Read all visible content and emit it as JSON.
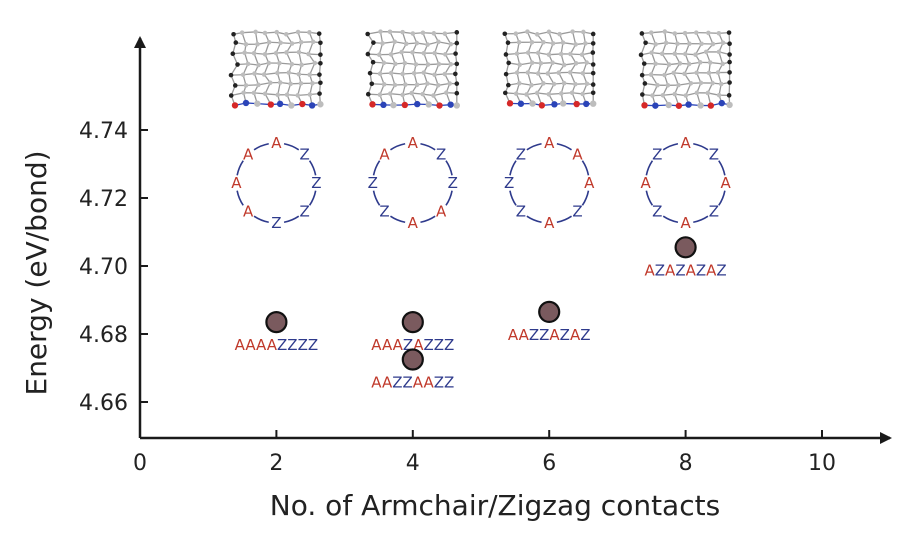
{
  "colors": {
    "axis": "#1a1a1a",
    "armchair": "#c0392b",
    "zigzag": "#2e3a8c",
    "marker_fill": "#7a5a5e",
    "marker_stroke": "#111111",
    "tube_atom": "#222222",
    "tube_bond": "#9a9a9a",
    "edge_oxygen": "#d62828",
    "edge_nitrogen": "#2b44b8"
  },
  "chart_data": {
    "type": "scatter",
    "title": "",
    "xlabel": "No. of Armchair/Zigzag contacts",
    "ylabel": "Energy (eV/bond)",
    "xlim": [
      0,
      10.8
    ],
    "ylim": [
      4.65,
      4.762
    ],
    "xticks": [
      0,
      2,
      4,
      6,
      8,
      10
    ],
    "xtick_labels": [
      "0",
      "2",
      "4",
      "6",
      "8",
      "10"
    ],
    "yticks": [
      4.66,
      4.68,
      4.7,
      4.72,
      4.74
    ],
    "ytick_labels": [
      "4.66",
      "4.68",
      "4.70",
      "4.72",
      "4.74"
    ],
    "grid": false,
    "points": [
      {
        "x": 2,
        "y": 4.6835,
        "label": "AAAAZZZZ"
      },
      {
        "x": 4,
        "y": 4.6835,
        "label": "AAAZAZZZ"
      },
      {
        "x": 4,
        "y": 4.6725,
        "label": "AAZZAAZZ"
      },
      {
        "x": 6,
        "y": 4.6865,
        "label": "AAZZAZAZ"
      },
      {
        "x": 8,
        "y": 4.7055,
        "label": "AZAZAZAZ"
      }
    ],
    "rings": [
      {
        "x": 2,
        "letters": [
          "A",
          "Z",
          "Z",
          "Z",
          "Z",
          "A",
          "A",
          "A"
        ]
      },
      {
        "x": 4,
        "letters": [
          "A",
          "Z",
          "Z",
          "A",
          "A",
          "Z",
          "Z",
          "A"
        ]
      },
      {
        "x": 6,
        "letters": [
          "A",
          "A",
          "A",
          "Z",
          "A",
          "Z",
          "Z",
          "Z"
        ]
      },
      {
        "x": 8,
        "letters": [
          "A",
          "Z",
          "A",
          "Z",
          "A",
          "Z",
          "A",
          "Z"
        ]
      }
    ],
    "insets": [
      {
        "x": 2,
        "name": "nanotube-armchair-2"
      },
      {
        "x": 4,
        "name": "nanotube-armchair-4"
      },
      {
        "x": 6,
        "name": "nanotube-armchair-6"
      },
      {
        "x": 8,
        "name": "nanotube-armchair-8"
      }
    ]
  }
}
